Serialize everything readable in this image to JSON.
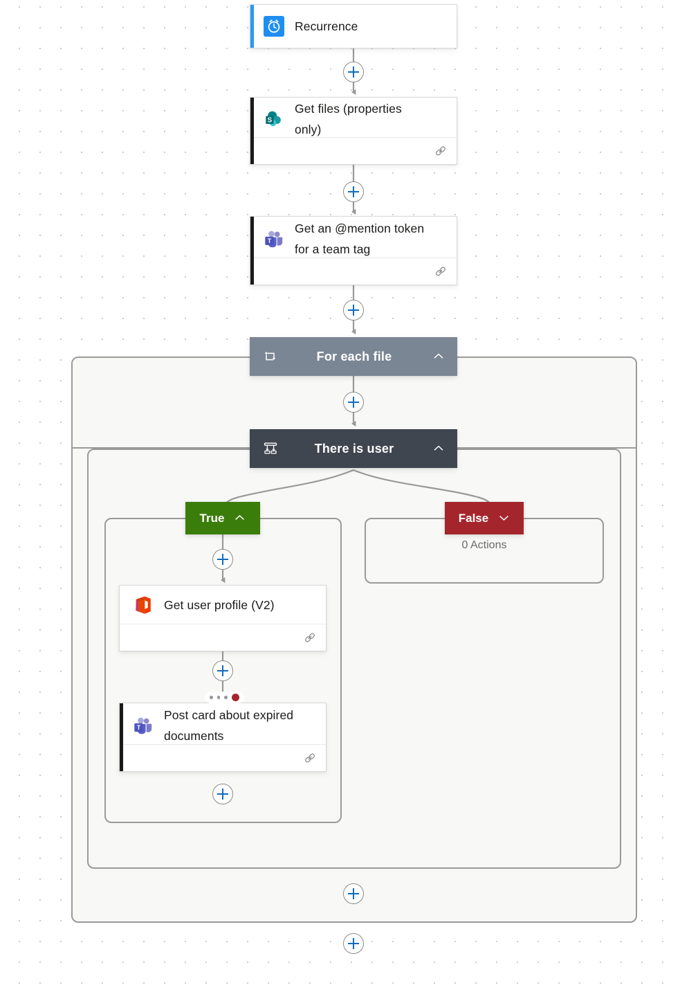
{
  "flow": {
    "nodes": [
      {
        "id": "recurrence",
        "title": "Recurrence",
        "icon": "recurrence-clock-icon",
        "accent_color": "#2899f5",
        "has_footer": false,
        "has_link_icon": false
      },
      {
        "id": "get-files",
        "title": "Get files (properties only)",
        "icon": "sharepoint-icon",
        "accent_color": "#1b1a19",
        "has_footer": true,
        "has_link_icon": true
      },
      {
        "id": "get-mention-token",
        "title": "Get an @mention token for a team tag",
        "icon": "teams-icon",
        "accent_color": "#1b1a19",
        "has_footer": true,
        "has_link_icon": true
      },
      {
        "id": "get-user-profile",
        "title": "Get user profile (V2)",
        "icon": "office365-icon",
        "accent_color": "none",
        "has_footer": true,
        "has_link_icon": true
      },
      {
        "id": "post-card",
        "title": "Post card about expired documents",
        "icon": "teams-icon",
        "accent_color": "#1b1a19",
        "has_footer": true,
        "has_link_icon": true
      }
    ],
    "scopes": [
      {
        "id": "for-each-file",
        "label": "For each file",
        "icon": "loop-icon",
        "chevron": "chevron-up-icon",
        "header_color": "#7b8694",
        "expanded": true
      },
      {
        "id": "there-is-user",
        "label": "There is user",
        "icon": "condition-icon",
        "chevron": "chevron-up-icon",
        "header_color": "#3f4650",
        "expanded": true
      }
    ],
    "branches": [
      {
        "id": "true-branch",
        "label": "True",
        "chevron": "chevron-up-icon",
        "color": "#3b7d0b",
        "expanded": true,
        "empty_text": ""
      },
      {
        "id": "false-branch",
        "label": "False",
        "chevron": "chevron-down-icon",
        "color": "#a4262c",
        "expanded": false,
        "empty_text": "0 Actions"
      }
    ],
    "status_badge": {
      "id": "post-card-status",
      "dots": 3,
      "state_color": "#a4262c",
      "label": "error"
    },
    "add_buttons": [
      "add-step-after-recurrence",
      "add-step-after-get-files",
      "add-step-after-mention-token",
      "add-step-inside-for-each-top",
      "add-step-after-true-branch",
      "add-step-after-get-user-profile",
      "add-step-after-post-card",
      "add-step-end-of-for-each",
      "add-step-end-of-flow"
    ],
    "colors": {
      "canvas": "#ffffff",
      "scope_fill": "#f8f8f6",
      "scope_border": "#9a9a9a",
      "edge": "#9a9a9a",
      "plus_accent": "#0f6cbd",
      "card_border": "#dadada"
    }
  }
}
